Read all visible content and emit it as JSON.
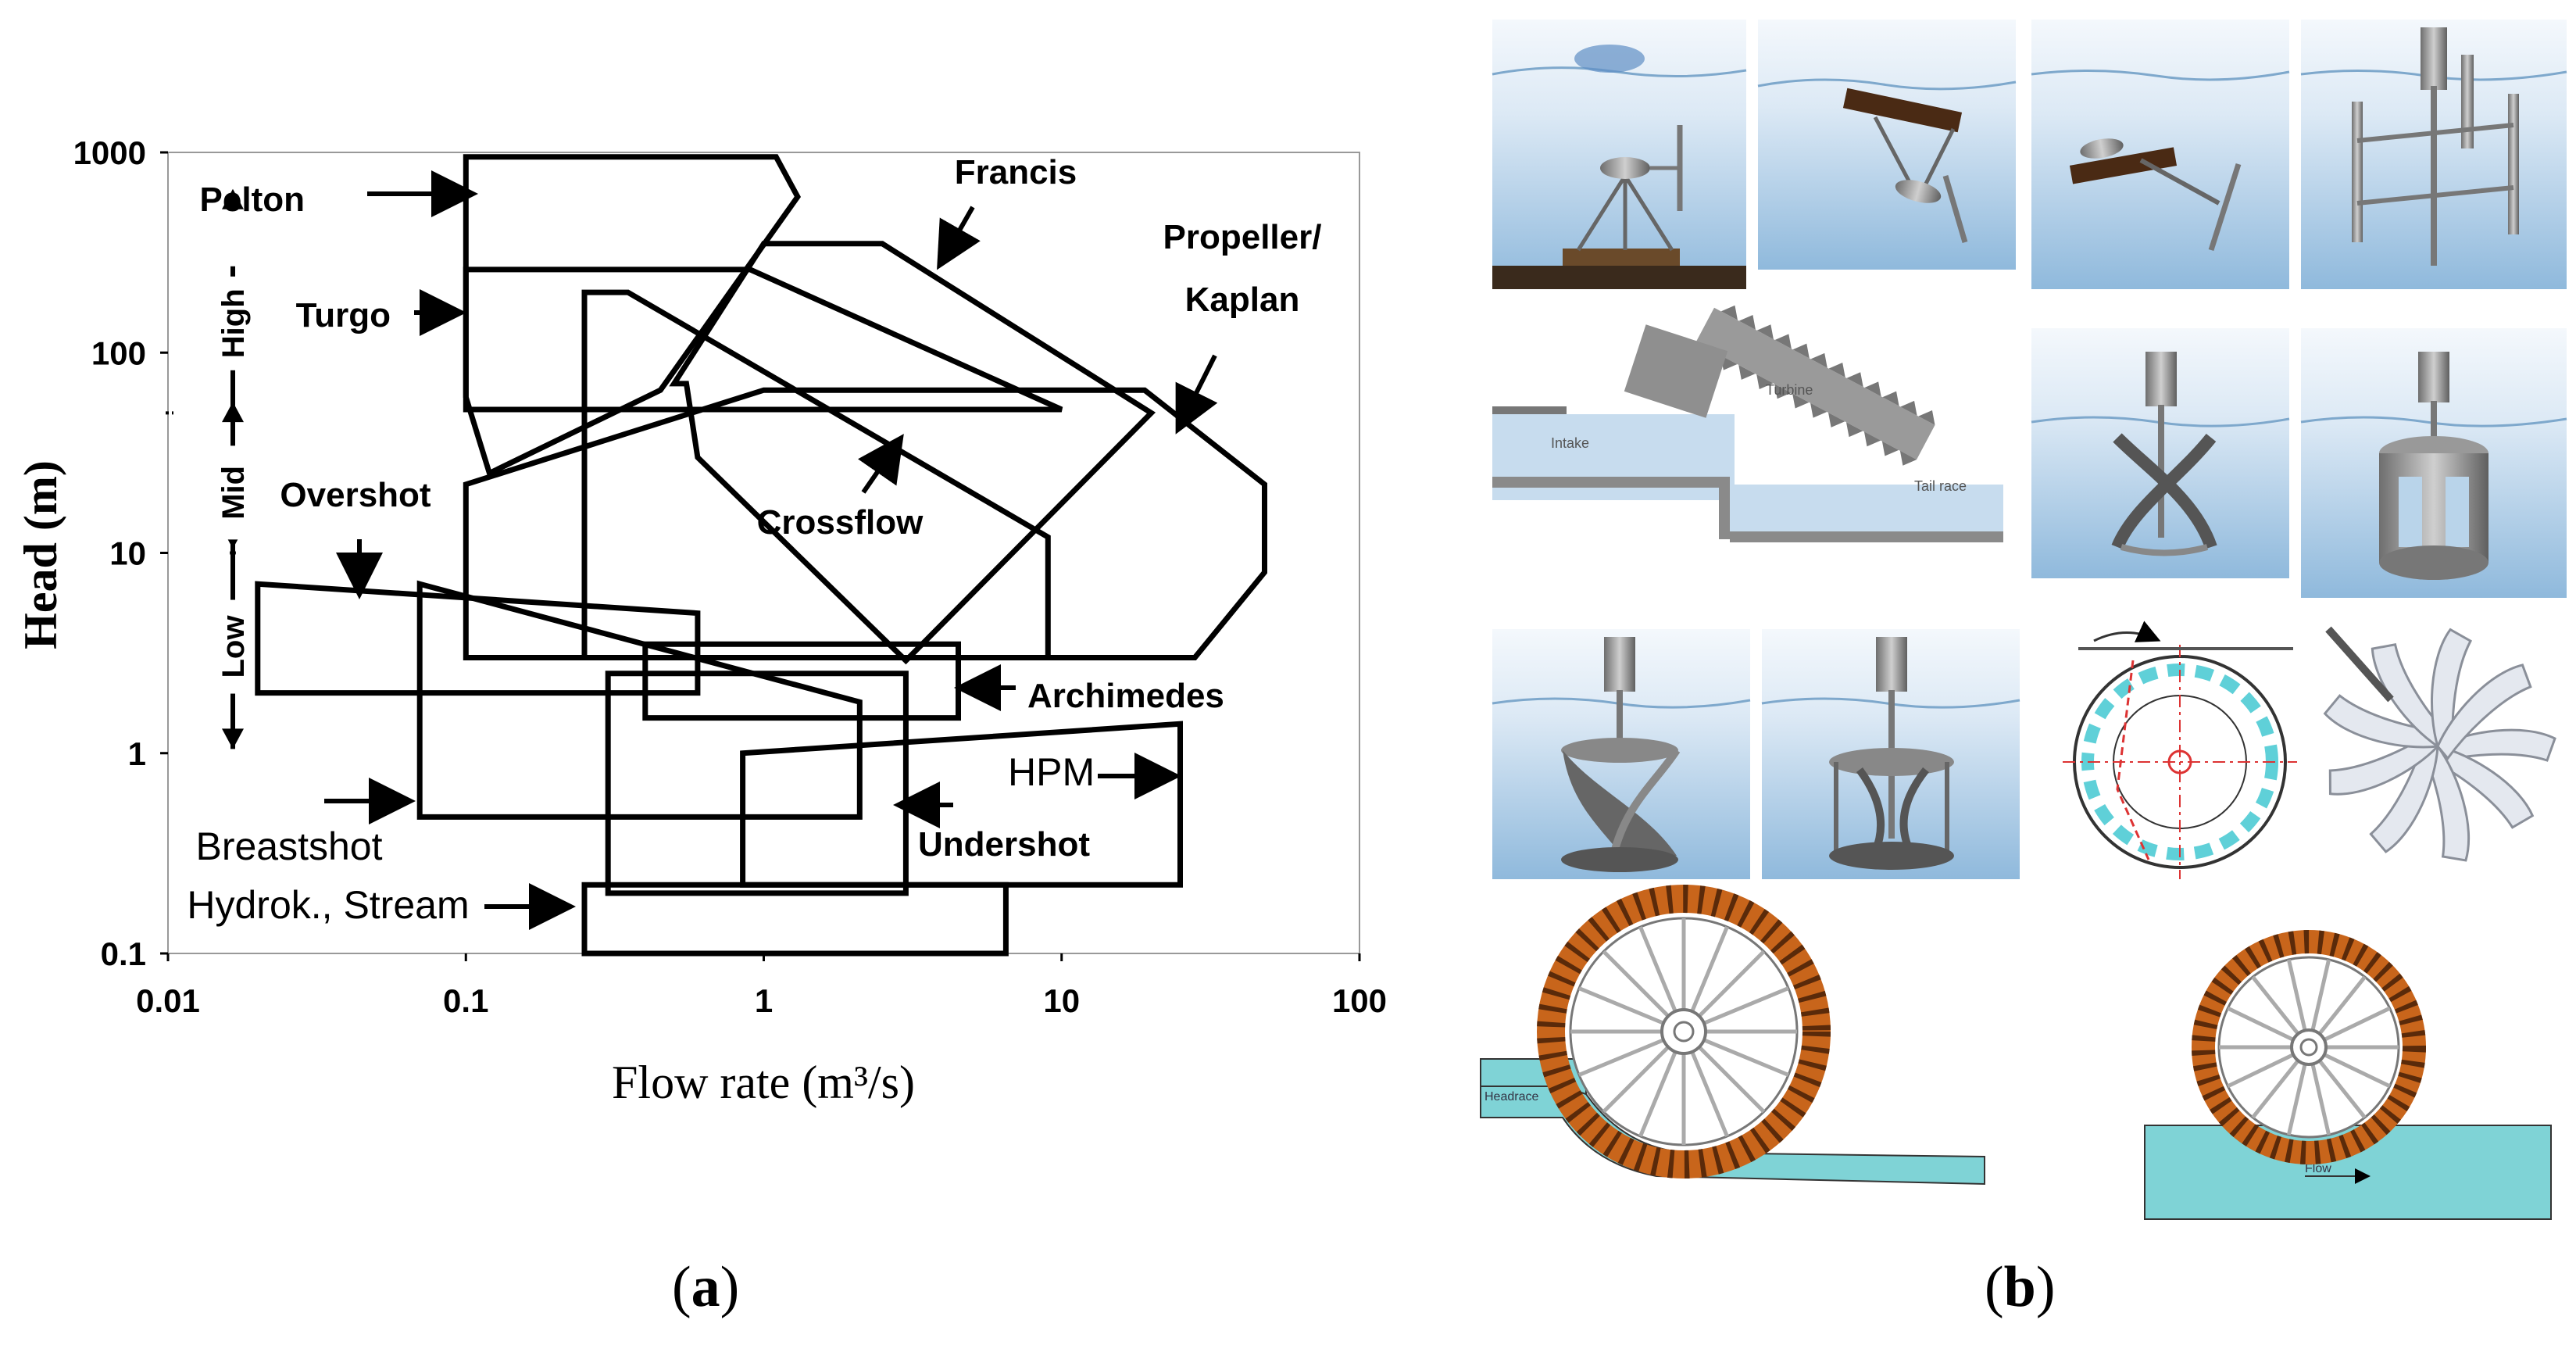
{
  "chart_data": {
    "type": "area",
    "x_scale": "log",
    "y_scale": "log",
    "xlim": [
      0.01,
      100
    ],
    "ylim": [
      0.1,
      1000
    ],
    "xlabel": "Flow rate (m³/s)",
    "ylabel": "Head (m)",
    "x_ticks": [
      "0.01",
      "0.1",
      "1",
      "10",
      "100"
    ],
    "y_ticks": [
      "0.1",
      "1",
      "10",
      "100",
      "1000"
    ],
    "x_tick_values": [
      0.01,
      0.1,
      1,
      10,
      100
    ],
    "y_tick_values": [
      0.1,
      1,
      10,
      100,
      1000
    ],
    "head_ranges": [
      {
        "label": "High",
        "from": 50,
        "to": 1000
      },
      {
        "label": "Mid",
        "from": 10,
        "to": 50
      },
      {
        "label": "Low",
        "from": 1,
        "to": 10
      }
    ],
    "series": [
      {
        "name": "Pelton",
        "polygon": [
          [
            0.1,
            950
          ],
          [
            1.1,
            950
          ],
          [
            1.3,
            600
          ],
          [
            0.45,
            65
          ],
          [
            0.12,
            25
          ],
          [
            0.1,
            60
          ]
        ]
      },
      {
        "name": "Turgo",
        "polygon": [
          [
            0.1,
            260
          ],
          [
            0.9,
            260
          ],
          [
            10,
            52
          ],
          [
            0.1,
            52
          ]
        ]
      },
      {
        "name": "Francis",
        "polygon": [
          [
            0.5,
            70
          ],
          [
            1,
            350
          ],
          [
            2.5,
            350
          ],
          [
            20,
            50
          ],
          [
            3,
            2.9
          ],
          [
            0.6,
            30
          ],
          [
            0.55,
            70
          ]
        ]
      },
      {
        "name": "Propeller/ Kaplan",
        "polygon": [
          [
            0.1,
            22
          ],
          [
            1,
            65
          ],
          [
            19,
            65
          ],
          [
            48,
            22
          ],
          [
            48,
            8
          ],
          [
            28,
            3
          ],
          [
            0.1,
            3
          ],
          [
            0.1,
            22
          ]
        ]
      },
      {
        "name": "Crossflow",
        "polygon": [
          [
            0.25,
            200
          ],
          [
            0.35,
            200
          ],
          [
            9,
            12
          ],
          [
            9,
            3
          ],
          [
            0.25,
            3
          ]
        ]
      },
      {
        "name": "Overshot",
        "polygon": [
          [
            0.02,
            7
          ],
          [
            0.6,
            5
          ],
          [
            0.6,
            2
          ],
          [
            0.02,
            2
          ]
        ]
      },
      {
        "name": "Archimedes",
        "polygon": [
          [
            0.4,
            3.5
          ],
          [
            4.5,
            3.5
          ],
          [
            4.5,
            1.5
          ],
          [
            0.4,
            1.5
          ]
        ]
      },
      {
        "name": "Breastshot",
        "polygon": [
          [
            0.07,
            7
          ],
          [
            2.1,
            1.8
          ],
          [
            2.1,
            0.48
          ],
          [
            0.07,
            0.48
          ]
        ]
      },
      {
        "name": "Undershot",
        "polygon": [
          [
            0.3,
            2.5
          ],
          [
            3,
            2.5
          ],
          [
            3,
            0.2
          ],
          [
            0.3,
            0.2
          ]
        ]
      },
      {
        "name": "HPM",
        "polygon": [
          [
            0.85,
            1
          ],
          [
            25,
            1.4
          ],
          [
            25,
            0.22
          ],
          [
            0.85,
            0.22
          ]
        ]
      },
      {
        "name": "Hydrok., Stream",
        "polygon": [
          [
            0.25,
            0.22
          ],
          [
            6.5,
            0.22
          ],
          [
            6.5,
            0.1
          ],
          [
            0.25,
            0.1
          ]
        ]
      }
    ],
    "labels": [
      {
        "text": "Pelton",
        "arrow": "right"
      },
      {
        "text": "Turgo",
        "arrow": "right"
      },
      {
        "text": "Francis",
        "arrow": "down-left"
      },
      {
        "text": "Propeller/",
        "arrow": "none"
      },
      {
        "text": "Kaplan",
        "arrow": "down-left"
      },
      {
        "text": "Overshot",
        "arrow": "down"
      },
      {
        "text": "Crossflow",
        "arrow": "up-right"
      },
      {
        "text": "Archimedes",
        "arrow": "left"
      },
      {
        "text": "HPM",
        "arrow": "right"
      },
      {
        "text": "Breastshot",
        "arrow": "right"
      },
      {
        "text": "Undershot",
        "arrow": "left"
      },
      {
        "text": "Hydrok., Stream",
        "arrow": "right"
      }
    ]
  },
  "captions": {
    "left": "a",
    "right": "b"
  },
  "illustrations": {
    "tile_names": [
      "horizontal-axis-turbine-seabed",
      "horizontal-axis-turbine-floating",
      "inclined-axis-turbine-floating",
      "vertical-axis-darrieus-h-rotor",
      "archimedes-screw-installation",
      "gorlov-helical-rotor",
      "squirrel-cage-rotor",
      "savonius-helical-rotor",
      "savonius-rotor",
      "crossflow-rotor-drawing",
      "multi-blade-rotor",
      "undershot-waterwheel-with-headrace",
      "stream-waterwheel"
    ],
    "screw_labels": [
      "Intake",
      "Turbine",
      "Tail race"
    ],
    "wheel_labels": [
      "Headrace",
      "Flow"
    ],
    "colors": {
      "water_top": "#eef4fb",
      "water_bottom": "#9ec4e2",
      "wheel_bucket": "#c8651b",
      "channel": "#7fd3d6",
      "metal": "#8b8b8b"
    }
  }
}
